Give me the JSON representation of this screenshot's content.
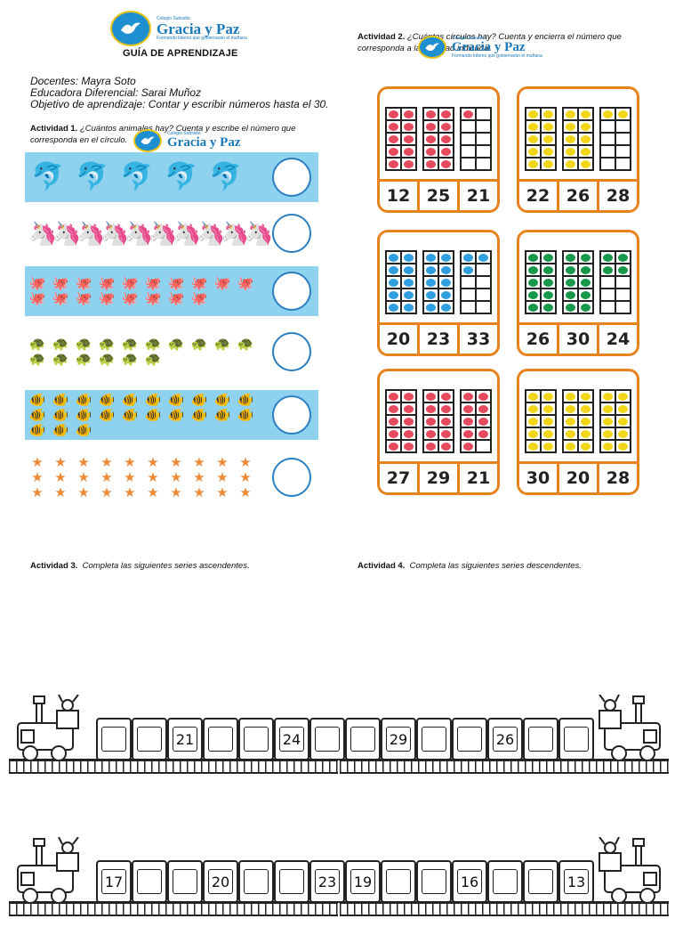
{
  "header": {
    "logo_small": "Colegio Subsidio",
    "logo_name": "Gracia y Paz",
    "logo_motto": "Formando líderes que gobiernarán el mañana",
    "title": "GUÍA DE APRENDIZAJE",
    "teachers": "Docentes: Mayra Soto",
    "educator": "Educadora Diferencial: Sarai Muñoz",
    "objective": "Objetivo de aprendizaje: Contar y escribir números hasta el 30."
  },
  "activity1": {
    "label": "Actividad 1.",
    "text": "¿Cuántos animales hay? Cuenta y escribe el número que corresponda en el círculo.",
    "rows": [
      {
        "animal": "dolphin",
        "count": 5,
        "glyph": "🐬",
        "color": "#3a8fc6"
      },
      {
        "animal": "seahorse",
        "count": 10,
        "glyph": "🦄",
        "color": "#e0c21c"
      },
      {
        "animal": "octopus",
        "count": 18,
        "glyph": "🐙",
        "color": "#d97a78"
      },
      {
        "animal": "turtle",
        "count": 16,
        "glyph": "🐢",
        "color": "#9a9a72"
      },
      {
        "animal": "fish",
        "count": 23,
        "glyph": "🐠",
        "color": "#ee8a1e"
      },
      {
        "animal": "starfish",
        "count": 30,
        "glyph": "★",
        "color": "#ec8a3a"
      }
    ]
  },
  "activity2": {
    "label": "Actividad 2.",
    "text": "¿Cuántos círculos hay? Cuenta y encierra el número que corresponda a la cantidad indicada.",
    "cards": [
      {
        "color": "#e64a5e",
        "filled": 21,
        "options": [
          "12",
          "25",
          "21"
        ]
      },
      {
        "color": "#f2d619",
        "filled": 22,
        "options": [
          "22",
          "26",
          "28"
        ]
      },
      {
        "color": "#2f9fe0",
        "filled": 23,
        "options": [
          "20",
          "23",
          "33"
        ]
      },
      {
        "color": "#17984a",
        "filled": 24,
        "options": [
          "26",
          "30",
          "24"
        ]
      },
      {
        "color": "#e64a5e",
        "filled": 29,
        "options": [
          "27",
          "29",
          "21"
        ]
      },
      {
        "color": "#f2d619",
        "filled": 30,
        "options": [
          "30",
          "20",
          "28"
        ]
      }
    ]
  },
  "activity3": {
    "label": "Actividad 3.",
    "text": "Completa las siguientes series ascendentes.",
    "train1": [
      "",
      "",
      "21",
      "",
      "",
      "24",
      ""
    ],
    "train2": [
      "17",
      "",
      "",
      "20",
      "",
      "",
      "23"
    ]
  },
  "activity4": {
    "label": "Actividad 4.",
    "text": "Completa las siguientes series descendentes.",
    "train1": [
      "",
      "29",
      "",
      "",
      "26",
      "",
      ""
    ],
    "train2": [
      "19",
      "",
      "",
      "16",
      "",
      "",
      "13"
    ]
  }
}
